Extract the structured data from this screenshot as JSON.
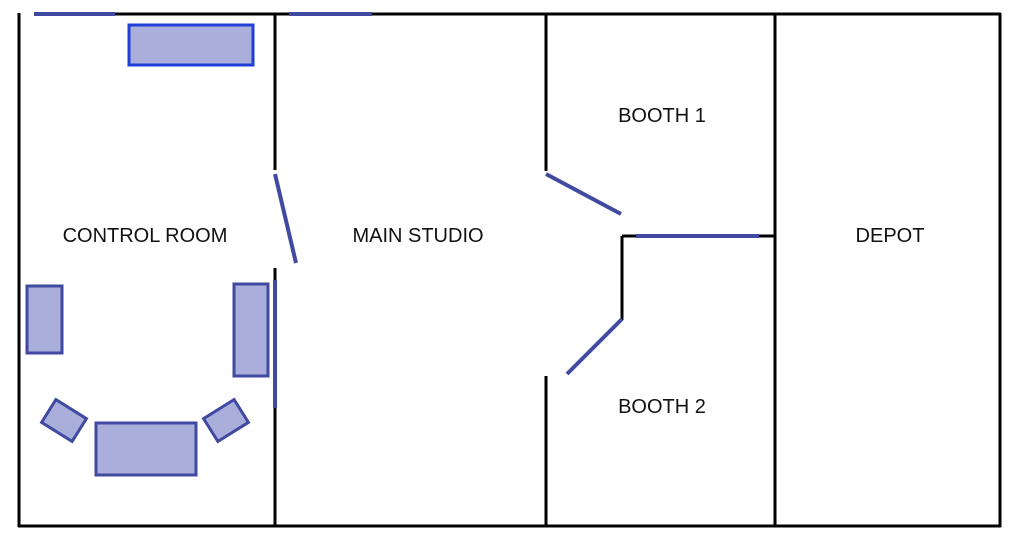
{
  "colors": {
    "wall": "#000000",
    "door": "#3f4aa0",
    "furniture_fill": "#a9aedb",
    "furniture_stroke": "#3f4aa0",
    "highlight_stroke": "#1f3fd6"
  },
  "rooms": [
    {
      "id": "control",
      "label": "CONTROL ROOM"
    },
    {
      "id": "main",
      "label": "MAIN STUDIO"
    },
    {
      "id": "booth1",
      "label": "BOOTH 1"
    },
    {
      "id": "booth2",
      "label": "BOOTH 2"
    },
    {
      "id": "depot",
      "label": "DEPOT"
    }
  ]
}
